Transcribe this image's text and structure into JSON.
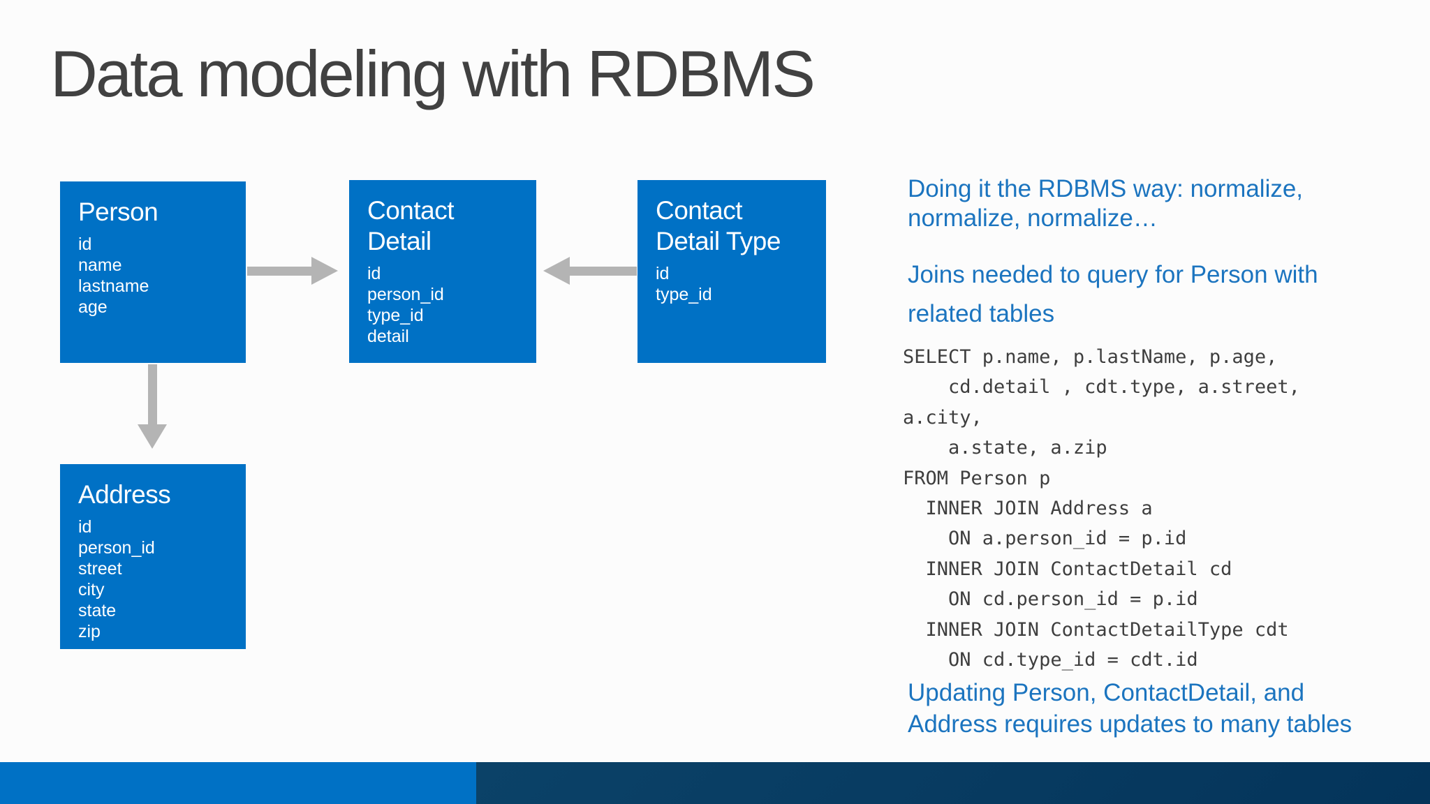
{
  "slide": {
    "title": "Data modeling with RDBMS"
  },
  "diagram": {
    "tables": [
      {
        "name": "Person",
        "fields": [
          "id",
          "name",
          "lastname",
          "age"
        ]
      },
      {
        "name": "Contact Detail",
        "fields": [
          "id",
          "person_id",
          "type_id",
          "detail"
        ]
      },
      {
        "name": "Contact Detail Type",
        "fields": [
          "id",
          "type_id"
        ]
      },
      {
        "name": "Address",
        "fields": [
          "id",
          "person_id",
          "street",
          "city",
          "state",
          "zip"
        ]
      }
    ],
    "relations": [
      {
        "from": "Person",
        "to": "Contact Detail",
        "direction": "right"
      },
      {
        "from": "Contact Detail Type",
        "to": "Contact Detail",
        "direction": "left"
      },
      {
        "from": "Person",
        "to": "Address",
        "direction": "down"
      }
    ]
  },
  "notes": {
    "heading1": "Doing it the RDBMS way: normalize,\nnormalize, normalize…",
    "heading2": "Joins needed to query for Person with\nrelated tables",
    "sql": "SELECT p.name, p.lastName, p.age,\n    cd.detail , cdt.type, a.street,\na.city,\n    a.state, a.zip\nFROM Person p\n  INNER JOIN Address a\n    ON a.person_id = p.id\n  INNER JOIN ContactDetail cd\n    ON cd.person_id = p.id\n  INNER JOIN ContactDetailType cdt\n    ON cd.type_id = cdt.id",
    "heading3": "Updating Person, ContactDetail, and\nAddress requires updates to many tables"
  },
  "colors": {
    "box_blue": "#0071c5",
    "footer_navy": "#06395f",
    "heading_blue": "#1b74bf",
    "title_gray": "#414141",
    "code_gray": "#3e3e3e",
    "arrow_gray": "#b4b4b4",
    "background": "#fcfcfc"
  }
}
